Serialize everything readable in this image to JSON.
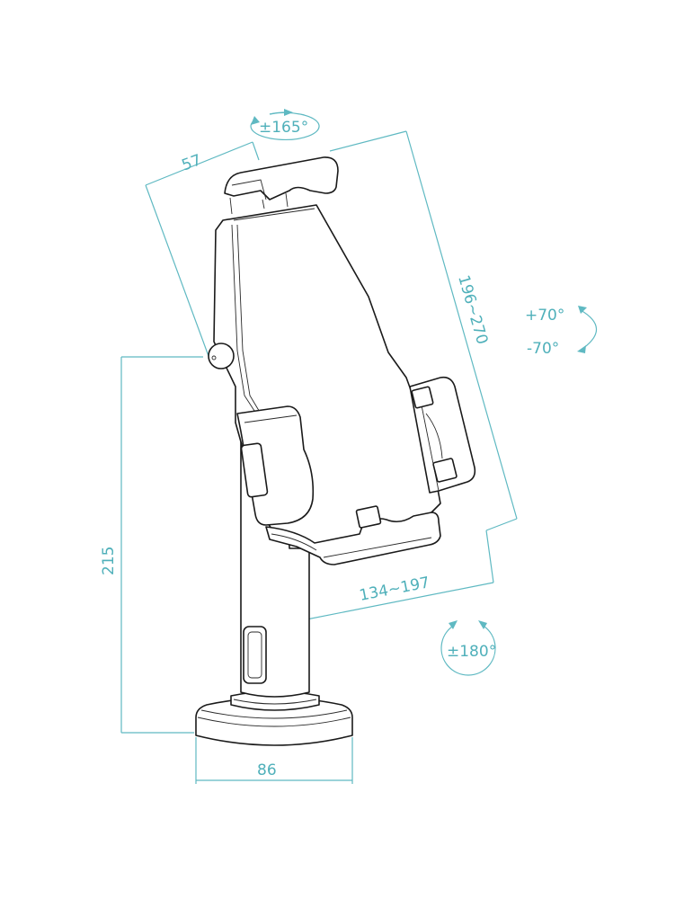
{
  "diagram": {
    "type": "product-dimension-drawing",
    "subject": "tablet holder stand with rotating clamp and round base",
    "units": "mm",
    "colors": {
      "dimension": "#5fb9c2",
      "dimension_text": "#4fb0ba",
      "outline": "#1a1a1a",
      "background": "#ffffff"
    },
    "dimensions": {
      "clamp_depth": "57",
      "clamp_height_range": "196~270",
      "clamp_width_range": "134~197",
      "total_height": "215",
      "base_diameter": "86"
    },
    "rotations": {
      "swivel_top": "±165°",
      "tilt_up": "+70°",
      "tilt_down": "-70°",
      "base_rotation": "±180°"
    }
  }
}
